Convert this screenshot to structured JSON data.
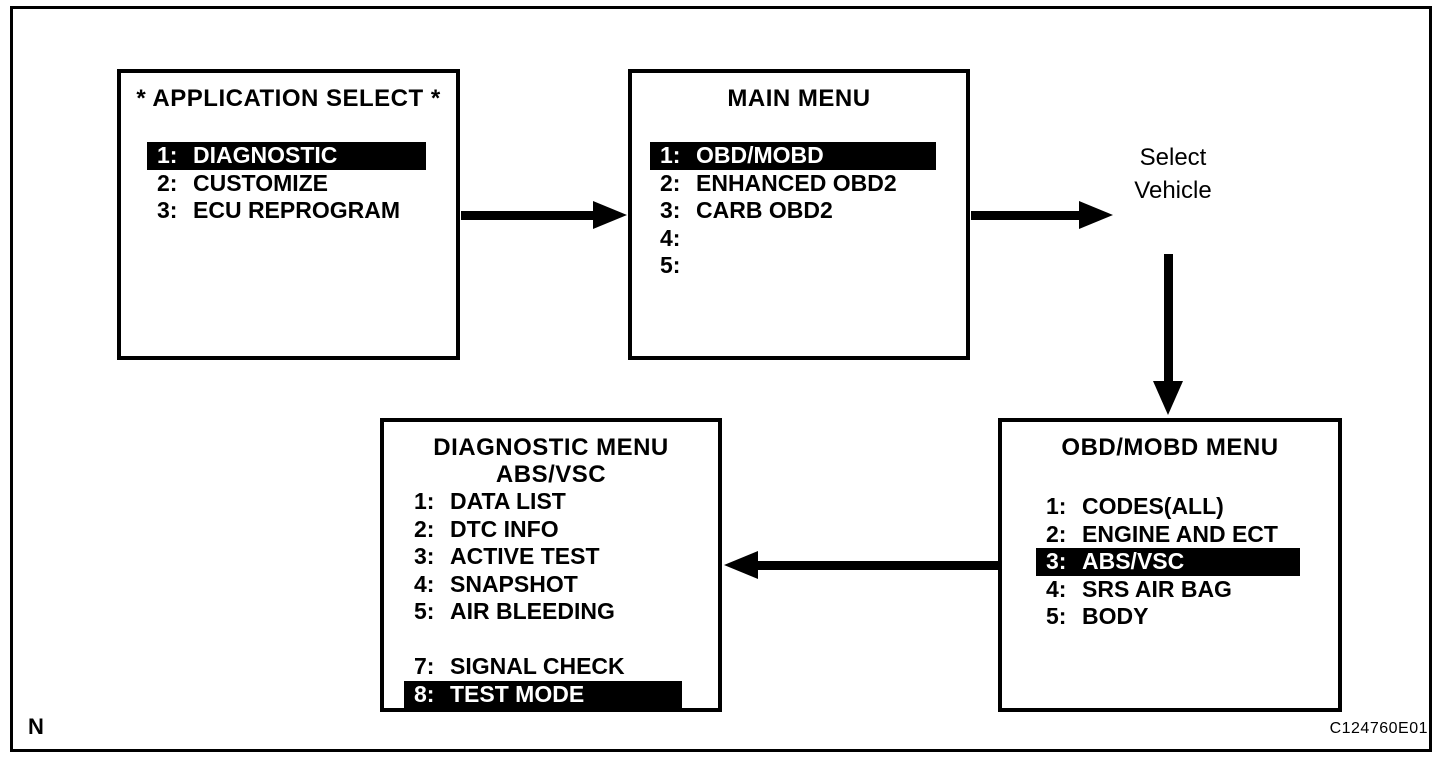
{
  "figure": {
    "footer_left": "N",
    "footer_right": "C124760E01"
  },
  "colors": {
    "line": "#000000",
    "background": "#ffffff",
    "highlight_bg": "#000000",
    "highlight_text": "#ffffff"
  },
  "annotations": {
    "select_vehicle": {
      "lines": [
        "Select",
        "Vehicle"
      ]
    }
  },
  "screens": [
    {
      "id": "application-select",
      "title_lines": [
        "* APPLICATION SELECT *"
      ],
      "items": [
        {
          "num": "1:",
          "label": "DIAGNOSTIC",
          "highlighted": true
        },
        {
          "num": "2:",
          "label": "CUSTOMIZE",
          "highlighted": false
        },
        {
          "num": "3:",
          "label": "ECU REPROGRAM",
          "highlighted": false
        }
      ]
    },
    {
      "id": "main-menu",
      "title_lines": [
        "MAIN MENU"
      ],
      "items": [
        {
          "num": "1:",
          "label": "OBD/MOBD",
          "highlighted": true
        },
        {
          "num": "2:",
          "label": "ENHANCED OBD2",
          "highlighted": false
        },
        {
          "num": "3:",
          "label": "CARB OBD2",
          "highlighted": false
        },
        {
          "num": "4:",
          "label": "",
          "highlighted": false
        },
        {
          "num": "5:",
          "label": "",
          "highlighted": false
        }
      ]
    },
    {
      "id": "obd-mobd-menu",
      "title_lines": [
        "OBD/MOBD MENU"
      ],
      "items": [
        {
          "num": "1:",
          "label": "CODES(ALL)",
          "highlighted": false
        },
        {
          "num": "2:",
          "label": "ENGINE AND ECT",
          "highlighted": false
        },
        {
          "num": "3:",
          "label": "ABS/VSC",
          "highlighted": true
        },
        {
          "num": "4:",
          "label": "SRS AIR BAG",
          "highlighted": false
        },
        {
          "num": "5:",
          "label": "BODY",
          "highlighted": false
        }
      ]
    },
    {
      "id": "diagnostic-menu",
      "title_lines": [
        "DIAGNOSTIC MENU",
        "ABS/VSC"
      ],
      "items": [
        {
          "num": "1:",
          "label": "DATA LIST",
          "highlighted": false
        },
        {
          "num": "2:",
          "label": "DTC INFO",
          "highlighted": false
        },
        {
          "num": "3:",
          "label": "ACTIVE TEST",
          "highlighted": false
        },
        {
          "num": "4:",
          "label": "SNAPSHOT",
          "highlighted": false
        },
        {
          "num": "5:",
          "label": "AIR BLEEDING",
          "highlighted": false
        },
        {
          "num": "",
          "label": "",
          "highlighted": false
        },
        {
          "num": "7:",
          "label": "SIGNAL CHECK",
          "highlighted": false
        },
        {
          "num": "8:",
          "label": "TEST MODE",
          "highlighted": true
        }
      ]
    }
  ]
}
